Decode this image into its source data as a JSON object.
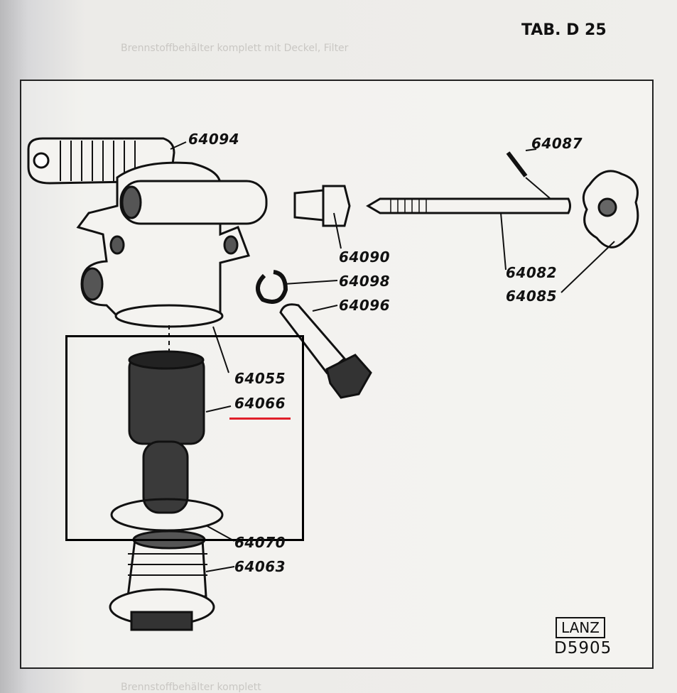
{
  "page": {
    "title": "TAB. D 25"
  },
  "parts": {
    "p64094": "64094",
    "p64087": "64087",
    "p64090": "64090",
    "p64098": "64098",
    "p64096": "64096",
    "p64082": "64082",
    "p64085": "64085",
    "p64055": "64055",
    "p64066": "64066",
    "p64070": "64070",
    "p64063": "64063"
  },
  "highlight": {
    "part": "64066",
    "underline_color": "#e0202a",
    "box_color": "#000000"
  },
  "footer": {
    "brand": "LANZ",
    "drawing_code": "D5905"
  }
}
